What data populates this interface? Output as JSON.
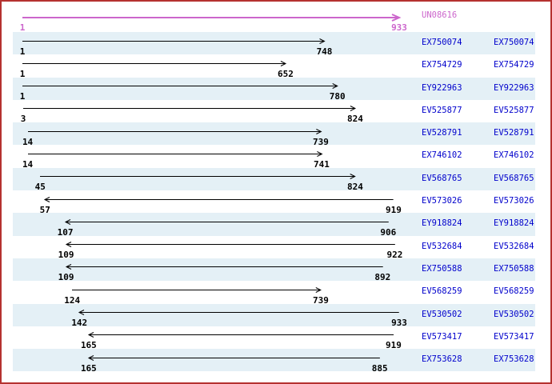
{
  "colors": {
    "border": "#b53230",
    "row_band": "#e4f0f6",
    "accession_text": "#0000cc",
    "reference_color": "#cc66cc",
    "arrow_color": "#000000"
  },
  "chart_data": {
    "type": "bar",
    "subtype": "horizontal-range-arrows",
    "xlim": [
      1,
      933
    ],
    "legend": "none",
    "grid": false,
    "reference": {
      "name": "UN08616",
      "start": 1,
      "end": 933,
      "strand": "forward"
    },
    "series": [
      {
        "name": "EX750074",
        "start": 1,
        "end": 748,
        "strand": "forward"
      },
      {
        "name": "EX754729",
        "start": 1,
        "end": 652,
        "strand": "forward"
      },
      {
        "name": "EY922963",
        "start": 1,
        "end": 780,
        "strand": "forward"
      },
      {
        "name": "EV525877",
        "start": 3,
        "end": 824,
        "strand": "forward"
      },
      {
        "name": "EV528791",
        "start": 14,
        "end": 739,
        "strand": "forward"
      },
      {
        "name": "EX746102",
        "start": 14,
        "end": 741,
        "strand": "forward"
      },
      {
        "name": "EV568765",
        "start": 45,
        "end": 824,
        "strand": "forward"
      },
      {
        "name": "EV573026",
        "start": 57,
        "end": 919,
        "strand": "reverse"
      },
      {
        "name": "EY918824",
        "start": 107,
        "end": 906,
        "strand": "reverse"
      },
      {
        "name": "EV532684",
        "start": 109,
        "end": 922,
        "strand": "reverse"
      },
      {
        "name": "EX750588",
        "start": 109,
        "end": 892,
        "strand": "reverse"
      },
      {
        "name": "EV568259",
        "start": 124,
        "end": 739,
        "strand": "forward"
      },
      {
        "name": "EV530502",
        "start": 142,
        "end": 933,
        "strand": "reverse"
      },
      {
        "name": "EV573417",
        "start": 165,
        "end": 919,
        "strand": "reverse"
      },
      {
        "name": "EX753628",
        "start": 165,
        "end": 885,
        "strand": "reverse"
      }
    ]
  }
}
